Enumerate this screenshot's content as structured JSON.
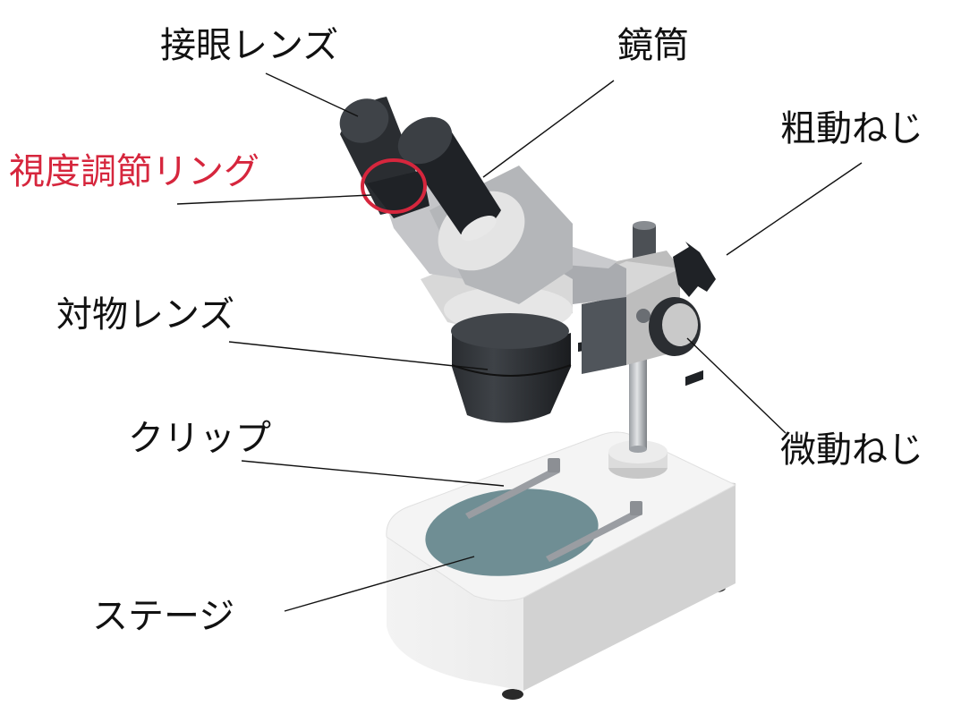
{
  "labels": {
    "eyepiece": "接眼レンズ",
    "tube": "鏡筒",
    "diopter": "視度調節リング",
    "coarse": "粗動ねじ",
    "objective": "対物レンズ",
    "fine": "微動ねじ",
    "clip": "クリップ",
    "stage": "ステージ"
  },
  "colors": {
    "label": "#111111",
    "highlight": "#d6263d",
    "stage_plate": "#6f8e94",
    "body_light": "#ececec",
    "body_mid": "#bdbdbd",
    "dark": "#1f2226"
  }
}
